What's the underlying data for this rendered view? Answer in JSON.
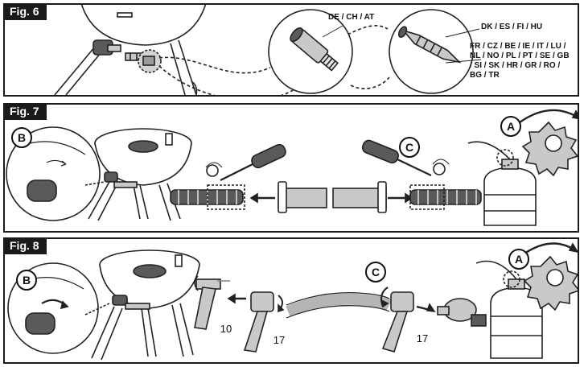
{
  "fig6": {
    "tab": "Fig. 6",
    "region_a": "DE / CH / AT",
    "region_b": "DK / ES / FI / HU",
    "region_c": "FR / CZ / BE / IE / IT / LU / NL / NO / PL / PT / SE / GB / SI / SK / HR / GR / RO / BG / TR"
  },
  "fig7": {
    "tab": "Fig. 7",
    "step_b": "B",
    "step_c": "C",
    "step_a": "A"
  },
  "fig8": {
    "tab": "Fig. 8",
    "step_b": "B",
    "step_c": "C",
    "step_a": "A",
    "wrench_small": "10",
    "wrench_large_left": "17",
    "wrench_large_right": "17"
  },
  "colors": {
    "frame": "#1a1a1a",
    "line": "#222222",
    "fill_gray": "#c9c9c9",
    "fill_dark": "#5a5a5a"
  }
}
